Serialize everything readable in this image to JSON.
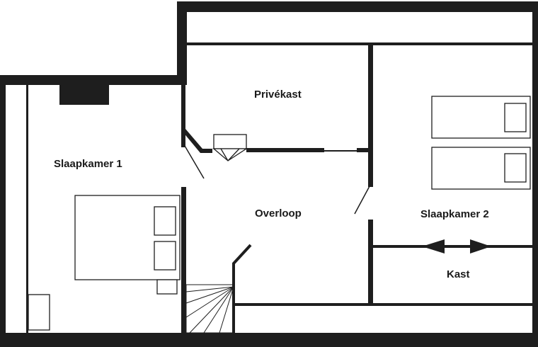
{
  "floorplan": {
    "rooms": {
      "bedroom1": "Slaapkamer 1",
      "closet_private": "Privékast",
      "landing": "Overloop",
      "bedroom2": "Slaapkamer 2",
      "closet": "Kast"
    }
  },
  "colors": {
    "wall": "#1e1e1e",
    "background": "#ffffff",
    "line": "#1e1e1e"
  }
}
